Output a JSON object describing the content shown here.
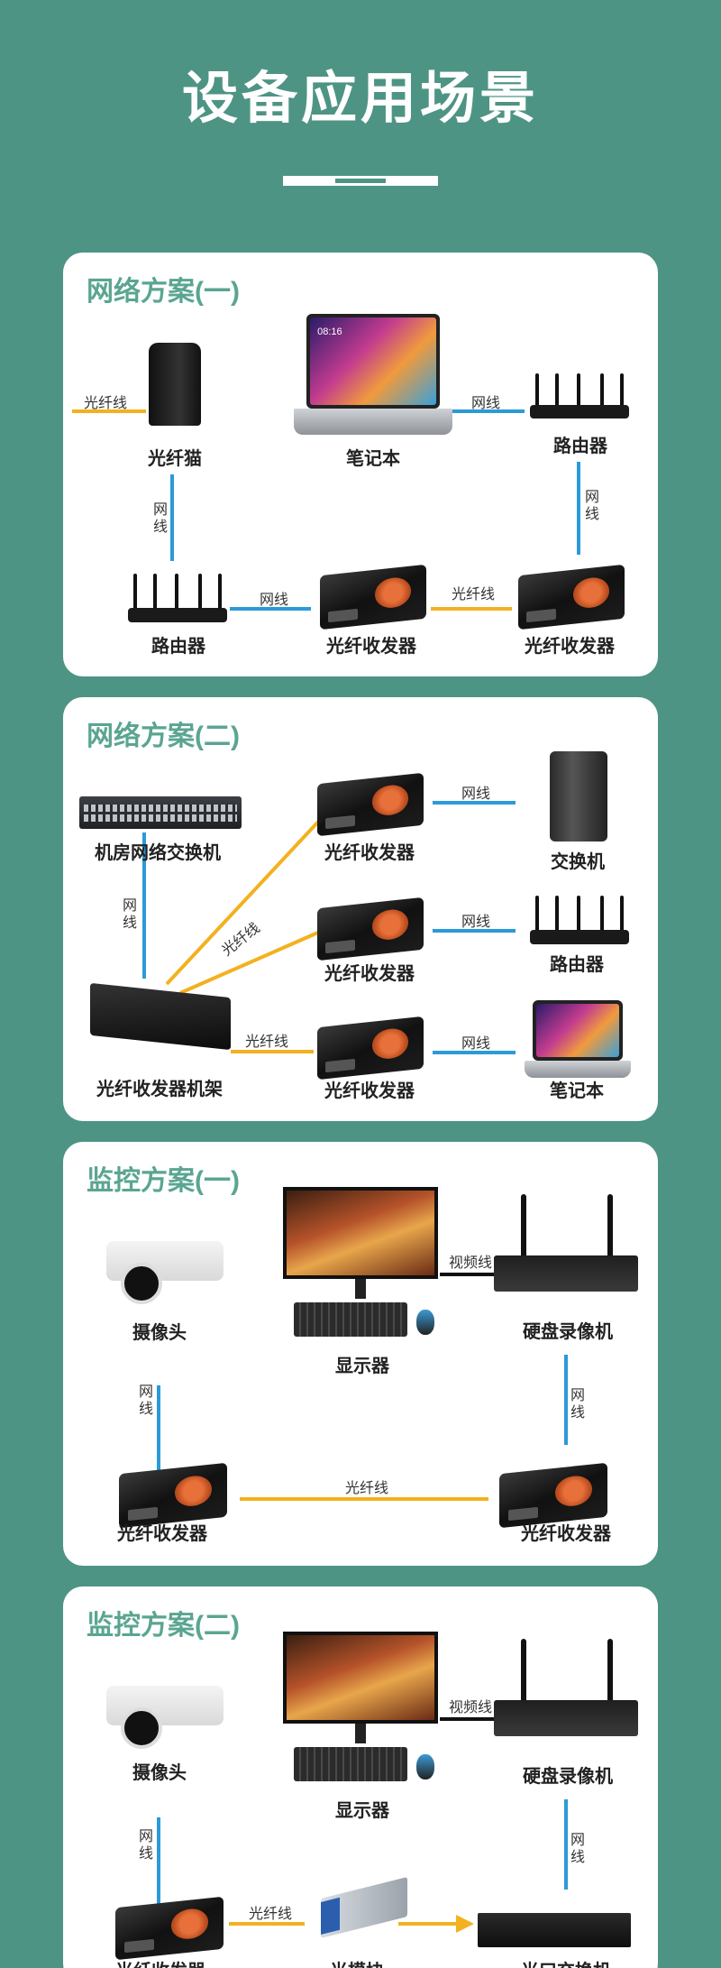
{
  "page": {
    "title": "设备应用场景"
  },
  "colors": {
    "background": "#4e9484",
    "card_title": "#5aa591",
    "network_cable": "#2c9ad8",
    "fiber_cable": "#f3b11f",
    "video_cable": "#111111"
  },
  "sections": [
    {
      "title": "网络方案(一)",
      "devices": {
        "modem": "光纤猫",
        "laptop": "笔记本",
        "router_top": "路由器",
        "router_bottom": "路由器",
        "transceiver_a": "光纤收发器",
        "transceiver_b": "光纤收发器"
      },
      "links": {
        "fiber_in": "光纤线",
        "laptop_router": "网线",
        "modem_router": "网线",
        "router_vertical": "网线",
        "router_trans": "网线",
        "trans_trans": "光纤线"
      }
    },
    {
      "title": "网络方案(二)",
      "devices": {
        "switch": "机房网络交换机",
        "rack": "光纤收发器机架",
        "trans1": "光纤收发器",
        "trans2": "光纤收发器",
        "trans3": "光纤收发器",
        "switch_small": "交换机",
        "router": "路由器",
        "laptop": "笔记本"
      },
      "links": {
        "switch_rack": "网线",
        "fiber_diag": "光纤线",
        "fiber_h": "光纤线",
        "net1": "网线",
        "net2": "网线",
        "net3": "网线"
      }
    },
    {
      "title": "监控方案(一)",
      "devices": {
        "camera": "摄像头",
        "monitor": "显示器",
        "nvr": "硬盘录像机",
        "trans_left": "光纤收发器",
        "trans_right": "光纤收发器"
      },
      "links": {
        "video": "视频线",
        "cam_net": "网线",
        "nvr_net": "网线",
        "fiber": "光纤线"
      }
    },
    {
      "title": "监控方案(二)",
      "devices": {
        "camera": "摄像头",
        "monitor": "显示器",
        "nvr": "硬盘录像机",
        "trans": "光纤收发器",
        "sfp": "光模块",
        "opt_switch": "光口交换机"
      },
      "links": {
        "video": "视频线",
        "cam_net": "网线",
        "nvr_net": "网线",
        "fiber": "光纤线"
      }
    }
  ]
}
